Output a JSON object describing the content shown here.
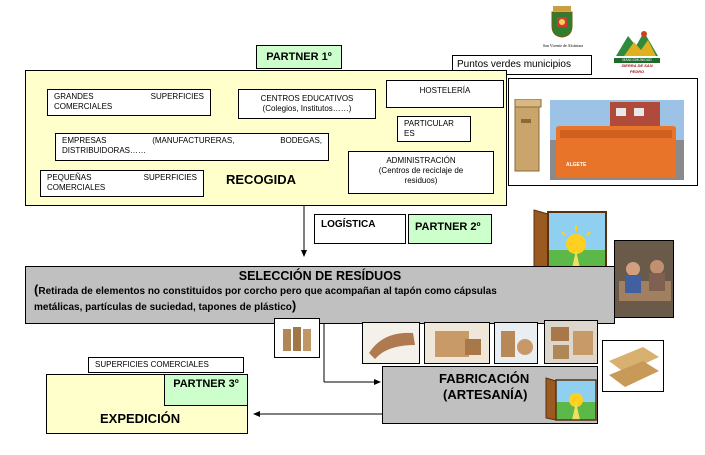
{
  "logos": {
    "left_caption": "San Vicente de Alcántara",
    "right_caption": "SIERRA DE SAN PEDRO",
    "right_banner": "MANCOMUNIDAD"
  },
  "puntos_verdes": "Puntos verdes municipios",
  "partner1": "PARTNER 1º",
  "partner2": "PARTNER 2º",
  "partner3": "PARTNER 3º",
  "recogida": {
    "title": "RECOGIDA",
    "grandes_1": "GRANDES SUPERFICIES",
    "grandes_2": "COMERCIALES",
    "centros_1": "CENTROS EDUCATIVOS",
    "centros_2": "(Colegios, Institutos……)",
    "hosteleria": "HOSTELERÍA",
    "particulares_1": "PARTICULAR",
    "particulares_2": "ES",
    "empresas_1": "EMPRESAS (MANUFACTURERAS, BODEGAS,",
    "empresas_2": "DISTRIBUIDORAS……",
    "pequenas_1": "PEQUEÑAS SUPERFICIES",
    "pequenas_2": "COMERCIALES",
    "administracion_1": "ADMINISTRACIÓN",
    "administracion_2": "(Centros de reciclaje de",
    "administracion_3": "residuos)"
  },
  "photo_text": "ALGETE",
  "logistica": "LOGÍSTICA",
  "seleccion": {
    "title": "SELECCIÓN DE RESÍDUOS",
    "open_paren": "(",
    "desc_1": "Retirada de elementos no constituidos por corcho pero que acompañan al tapón como cápsulas",
    "desc_2": "metálicas, partículas de suciedad, tapones de plástico",
    "close_paren": ")"
  },
  "superficies": "SUPERFICIES COMERCIALES",
  "expedicion": "EXPEDICIÓN",
  "fabricacion_1": "FABRICACIÓN",
  "fabricacion_2": "(ARTESANÍA)",
  "colors": {
    "yellow": "#ffffcc",
    "green": "#ccffcc",
    "grey": "#c0c0c0",
    "orange": "#e8742a"
  }
}
